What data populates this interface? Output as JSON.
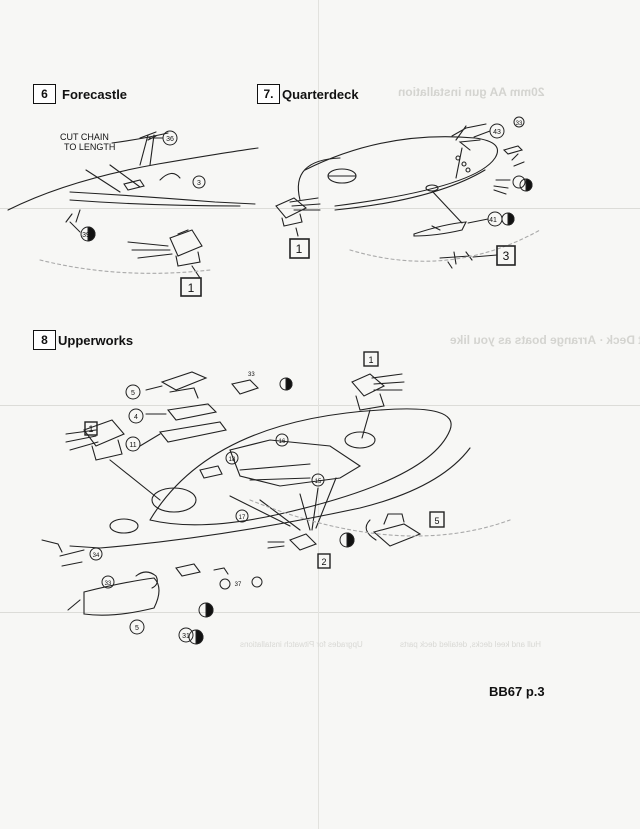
{
  "sections": [
    {
      "number": "6",
      "title": "Forecastle"
    },
    {
      "number": "7.",
      "title": "Quarterdeck"
    },
    {
      "number": "8",
      "title": "Upperworks"
    }
  ],
  "handwritten_note": "CUT CHAIN TO LENGTH",
  "callouts": {
    "forecastle": [
      "36",
      "3",
      "39",
      "1"
    ],
    "quarterdeck": [
      "43",
      "33",
      "1",
      "41",
      "3"
    ],
    "upperworks": [
      "1",
      "5",
      "33",
      "4",
      "11",
      "1",
      "18",
      "16",
      "15",
      "17",
      "5",
      "2",
      "34",
      "33",
      "37",
      "5",
      "31"
    ]
  },
  "footer": {
    "label": "BB67 p.3"
  }
}
